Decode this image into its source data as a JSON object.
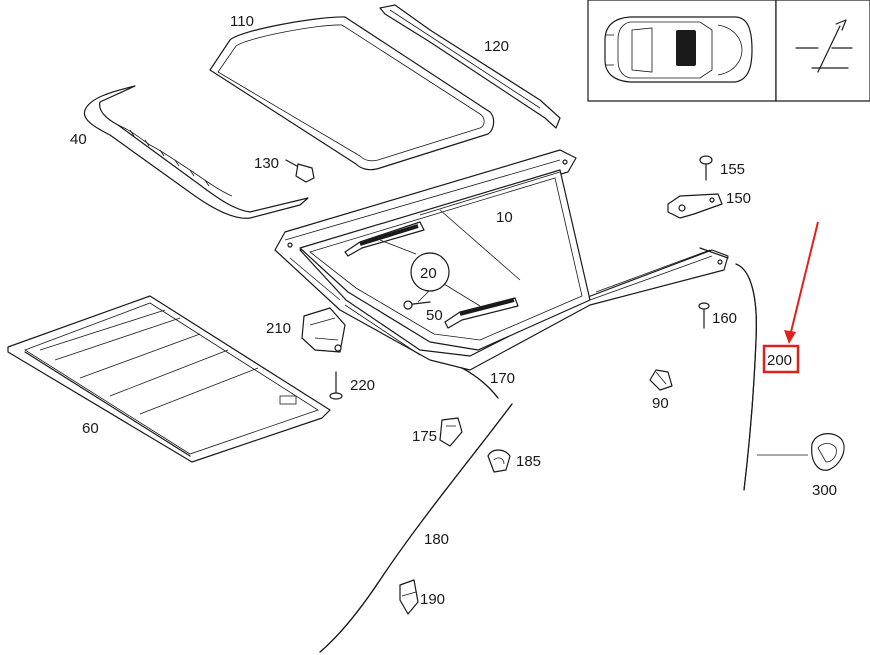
{
  "parts": [
    {
      "id": "p110",
      "label": "110"
    },
    {
      "id": "p120",
      "label": "120"
    },
    {
      "id": "p40",
      "label": "40"
    },
    {
      "id": "p130",
      "label": "130"
    },
    {
      "id": "p155",
      "label": "155"
    },
    {
      "id": "p150",
      "label": "150"
    },
    {
      "id": "p10",
      "label": "10"
    },
    {
      "id": "p20",
      "label": "20"
    },
    {
      "id": "p50",
      "label": "50"
    },
    {
      "id": "p210",
      "label": "210"
    },
    {
      "id": "p160",
      "label": "160"
    },
    {
      "id": "p200",
      "label": "200"
    },
    {
      "id": "p220",
      "label": "220"
    },
    {
      "id": "p170",
      "label": "170"
    },
    {
      "id": "p90",
      "label": "90"
    },
    {
      "id": "p60",
      "label": "60"
    },
    {
      "id": "p175",
      "label": "175"
    },
    {
      "id": "p185",
      "label": "185"
    },
    {
      "id": "p300",
      "label": "300"
    },
    {
      "id": "p180",
      "label": "180"
    },
    {
      "id": "p190",
      "label": "190"
    }
  ],
  "highlight": {
    "label": "200",
    "color": "#e0201c"
  }
}
